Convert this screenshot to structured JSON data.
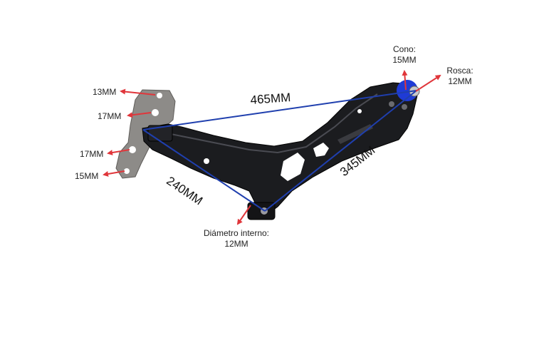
{
  "image": {
    "subject": "Suspension control arm photo with annotated measurements",
    "background_color": "#ffffff",
    "arm_color": "#1b1c1f",
    "bracket_color": "#8d8b88",
    "bushing_color": "#1f3bd6",
    "line_color": "#1f3fae",
    "arrow_color": "#e0363b"
  },
  "dimensions": {
    "length_main": "465MM",
    "length_diag": "345MM",
    "length_short": "240MM"
  },
  "bracket_holes": {
    "hole_1": "13MM",
    "hole_2": "17MM",
    "hole_3": "17MM",
    "hole_4": "15MM"
  },
  "callouts": {
    "cone_title": "Cono:",
    "cone_value": "15MM",
    "thread_title": "Rosca:",
    "thread_value": "12MM",
    "bore_title": "Diámetro interno:",
    "bore_value": "12MM"
  }
}
